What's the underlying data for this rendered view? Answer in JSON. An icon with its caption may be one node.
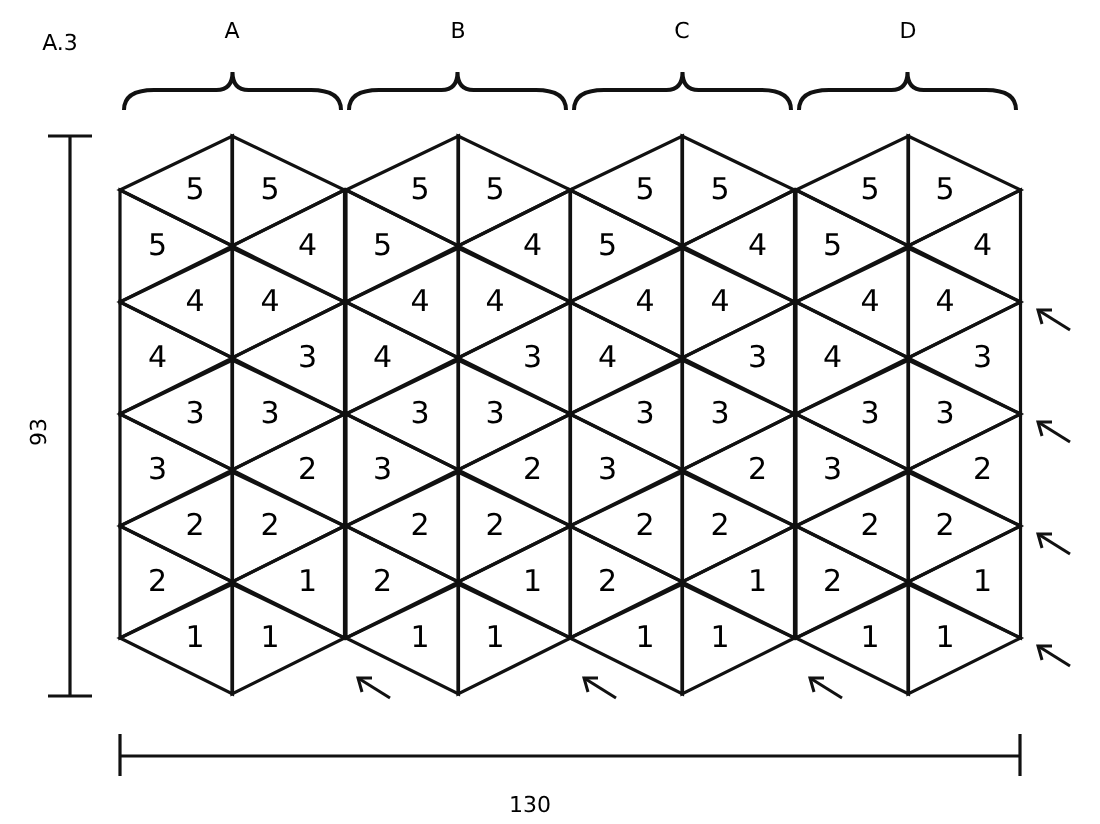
{
  "diagram": {
    "nodes": [
      {
        "text": [
          "5"
        ]
      },
      {
        "text": [
          "5"
        ]
      },
      {
        "text": [
          "5"
        ]
      },
      {
        "text": [
          "5"
        ]
      },
      {
        "text": [
          "5"
        ]
      },
      {
        "text": [
          "5"
        ]
      },
      {
        "text": [
          "5"
        ]
      },
      {
        "text": [
          "5"
        ]
      },
      {
        "text": [
          "5"
        ]
      },
      {
        "text": [
          "4"
        ]
      },
      {
        "text": [
          "5"
        ]
      },
      {
        "text": [
          "4"
        ]
      },
      {
        "text": [
          "5"
        ]
      },
      {
        "text": [
          "4"
        ]
      },
      {
        "text": [
          "5"
        ]
      },
      {
        "text": [
          "4"
        ]
      },
      {
        "text": [
          "4"
        ]
      },
      {
        "text": [
          "4"
        ]
      },
      {
        "text": [
          "4"
        ]
      },
      {
        "text": [
          "4"
        ]
      },
      {
        "text": [
          "4"
        ]
      },
      {
        "text": [
          "4"
        ]
      },
      {
        "text": [
          "4"
        ]
      },
      {
        "text": [
          "4"
        ]
      },
      {
        "text": [
          "4"
        ]
      },
      {
        "text": [
          "3"
        ]
      },
      {
        "text": [
          "4"
        ]
      },
      {
        "text": [
          "3"
        ]
      },
      {
        "text": [
          "4"
        ]
      },
      {
        "text": [
          "3"
        ]
      },
      {
        "text": [
          "4"
        ]
      },
      {
        "text": [
          "3"
        ]
      },
      {
        "text": [
          "3"
        ]
      },
      {
        "text": [
          "3"
        ]
      },
      {
        "text": [
          "3"
        ]
      },
      {
        "text": [
          "3"
        ]
      },
      {
        "text": [
          "3"
        ]
      },
      {
        "text": [
          "3"
        ]
      },
      {
        "text": [
          "3"
        ]
      },
      {
        "text": [
          "3"
        ]
      },
      {
        "text": [
          "3"
        ]
      },
      {
        "text": [
          "2"
        ]
      },
      {
        "text": [
          "3"
        ]
      },
      {
        "text": [
          "2"
        ]
      },
      {
        "text": [
          "3"
        ]
      },
      {
        "text": [
          "2"
        ]
      },
      {
        "text": [
          "3"
        ]
      },
      {
        "text": [
          "2"
        ]
      },
      {
        "text": [
          "2"
        ]
      },
      {
        "text": [
          "2"
        ]
      },
      {
        "text": [
          "2"
        ]
      },
      {
        "text": [
          "2"
        ]
      },
      {
        "text": [
          "2"
        ]
      },
      {
        "text": [
          "2"
        ]
      },
      {
        "text": [
          "2"
        ]
      },
      {
        "text": [
          "2"
        ]
      },
      {
        "text": [
          "2"
        ]
      },
      {
        "text": [
          "1"
        ]
      },
      {
        "text": [
          "2"
        ]
      },
      {
        "text": [
          "1"
        ]
      },
      {
        "text": [
          "2"
        ]
      },
      {
        "text": [
          "1"
        ]
      },
      {
        "text": [
          "2"
        ]
      },
      {
        "text": [
          "1"
        ]
      },
      {
        "text": [
          "1"
        ]
      },
      {
        "text": [
          "1"
        ]
      },
      {
        "text": [
          "1"
        ]
      },
      {
        "text": [
          "1"
        ]
      },
      {
        "text": [
          "1"
        ]
      },
      {
        "text": [
          "1"
        ]
      },
      {
        "text": [
          "1"
        ]
      },
      {
        "text": [
          "1"
        ]
      }
    ],
    "labels": [
      "A.3",
      "A",
      "B",
      "C",
      "D",
      "93",
      "130"
    ]
  }
}
